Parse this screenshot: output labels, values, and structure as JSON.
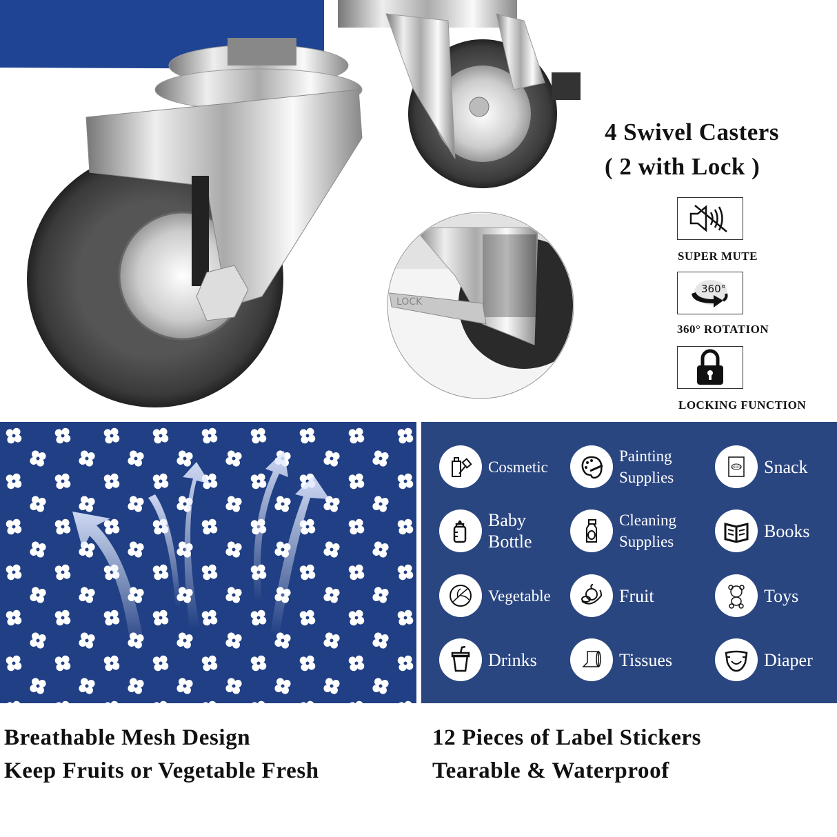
{
  "casters": {
    "title_line1": "4 Swivel Casters",
    "title_line2": "( 2 with Lock )",
    "features": [
      {
        "icon": "mute-speaker-icon",
        "label": "SUPER MUTE"
      },
      {
        "icon": "rotation-360-icon",
        "label": "360°  ROTATION",
        "icon_text": "360°"
      },
      {
        "icon": "padlock-icon",
        "label": "LOCKING FUNCTION"
      }
    ],
    "lever_text": "LOCK"
  },
  "colors": {
    "panel_blue": "#203f84",
    "label_blue": "#2a4681",
    "bin_blue": "#1f4494"
  },
  "labels": {
    "items": [
      {
        "icon": "cosmetic-icon",
        "label": "Cosmetic"
      },
      {
        "icon": "palette-icon",
        "label": "Painting\nSupplies"
      },
      {
        "icon": "snack-bag-icon",
        "label": "Snack",
        "icon_text": "NICE"
      },
      {
        "icon": "baby-bottle-icon",
        "label": "Baby\nBottle"
      },
      {
        "icon": "spray-bottle-icon",
        "label": "Cleaning\nSupplies"
      },
      {
        "icon": "book-icon",
        "label": "Books"
      },
      {
        "icon": "cabbage-icon",
        "label": "Vegetable"
      },
      {
        "icon": "fruit-icon",
        "label": "Fruit"
      },
      {
        "icon": "teddy-bear-icon",
        "label": "Toys"
      },
      {
        "icon": "cup-icon",
        "label": "Drinks"
      },
      {
        "icon": "tissue-roll-icon",
        "label": "Tissues"
      },
      {
        "icon": "diaper-icon",
        "label": "Diaper"
      }
    ]
  },
  "captions": {
    "mesh_line1": "Breathable Mesh Design",
    "mesh_line2": "Keep Fruits or Vegetable Fresh",
    "labels_line1": "12 Pieces of Label Stickers",
    "labels_line2": "Tearable & Waterproof"
  }
}
